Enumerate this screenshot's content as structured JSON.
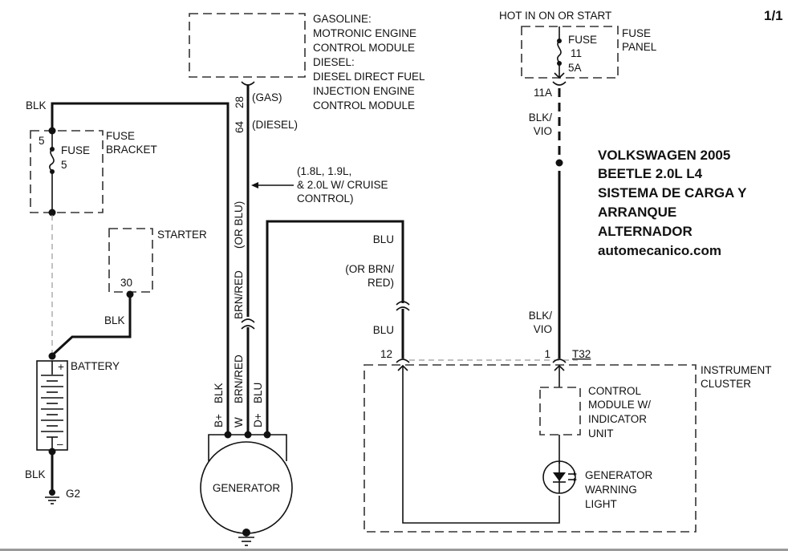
{
  "page": {
    "page_indicator": "1/1",
    "title_lines": [
      "VOLKSWAGEN 2005",
      "BEETLE 2.0L L4",
      "SISTEMA DE CARGA Y",
      "ARRANQUE",
      "ALTERNADOR",
      "automecanico.com"
    ]
  },
  "ecm": {
    "label_lines": [
      "GASOLINE:",
      "MOTRONIC ENGINE",
      "CONTROL MODULE",
      "DIESEL:",
      "DIESEL DIRECT FUEL",
      "INJECTION ENGINE",
      "CONTROL MODULE"
    ],
    "pin_gas": "28",
    "pin_gas_note": "(GAS)",
    "pin_diesel": "64",
    "pin_diesel_note": "(DIESEL)"
  },
  "cruise_note_lines": [
    "(1.8L, 1.9L,",
    "& 2.0L W/ CRUISE",
    "CONTROL)"
  ],
  "fuse_bracket": {
    "label_lines": [
      "FUSE",
      "BRACKET"
    ],
    "terminal": "5",
    "fuse_lines": [
      "FUSE",
      "5"
    ],
    "wire_color": "BLK"
  },
  "starter": {
    "label": "STARTER",
    "terminal": "30",
    "wire_color": "BLK"
  },
  "battery": {
    "label": "BATTERY",
    "plus": "+",
    "minus": "–",
    "ground_wire": "BLK",
    "ground": "G2"
  },
  "generator": {
    "label": "GENERATOR",
    "terminals": [
      {
        "pin": "B+",
        "wire": "BLK"
      },
      {
        "pin": "W",
        "wire": "BRN/RED"
      },
      {
        "pin": "D+",
        "wire": "BLU"
      }
    ],
    "w_wire_upper": "BRN/RED",
    "w_wire_alt": "(OR BLU)"
  },
  "fuse_panel": {
    "supply": "HOT IN ON OR START",
    "label_lines": [
      "FUSE",
      "PANEL"
    ],
    "fuse_lines": [
      "FUSE",
      "11",
      "5A"
    ],
    "connector": "11A",
    "wire_upper": [
      "BLK/",
      "VIO"
    ],
    "wire_lower": [
      "BLK/",
      "VIO"
    ]
  },
  "d_plus_circuit": {
    "wire_upper": "BLU",
    "wire_alt": [
      "(OR BRN/",
      "RED)"
    ],
    "wire_lower": "BLU",
    "pin": "12"
  },
  "instrument_cluster": {
    "label_lines": [
      "INSTRUMENT",
      "CLUSTER"
    ],
    "connector": "T32",
    "pin": "1",
    "control_module_lines": [
      "CONTROL",
      "MODULE W/",
      "INDICATOR",
      "UNIT"
    ],
    "warning_light_lines": [
      "GENERATOR",
      "WARNING",
      "LIGHT"
    ]
  }
}
